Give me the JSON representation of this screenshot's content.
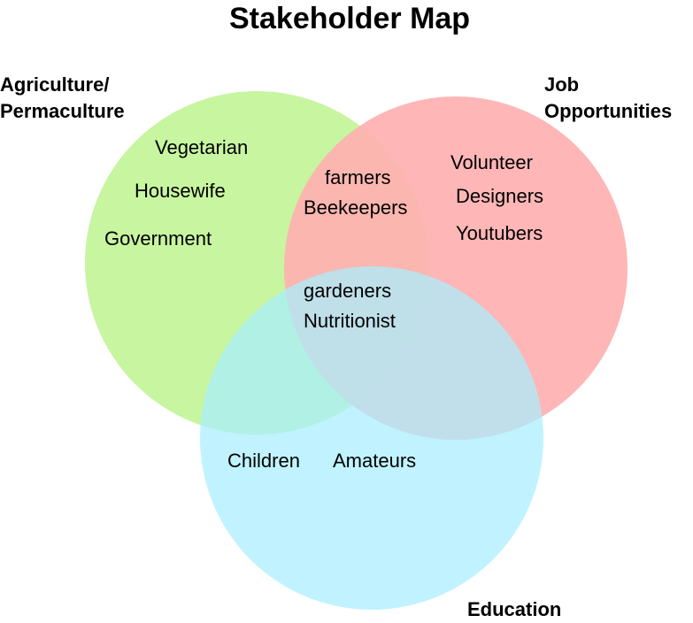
{
  "title": "Stakeholder Map",
  "sets": {
    "agriculture": {
      "label_line1": "Agriculture/",
      "label_line2": "Permaculture",
      "color": "#c8f5a0"
    },
    "jobs": {
      "label_line1": "Job",
      "label_line2": "Opportunities",
      "color": "#ffb0b0"
    },
    "education": {
      "label": "Education",
      "color": "#a8eeff"
    }
  },
  "regions": {
    "agriculture_only": [
      "Vegetarian",
      "Housewife",
      "Government"
    ],
    "agriculture_jobs": [
      "farmers",
      "Beekeepers"
    ],
    "jobs_only": [
      "Volunteer",
      "Designers",
      "Youtubers"
    ],
    "all_three": [
      "gardeners",
      "Nutritionist"
    ],
    "education_only": [
      "Children",
      "Amateurs"
    ]
  }
}
